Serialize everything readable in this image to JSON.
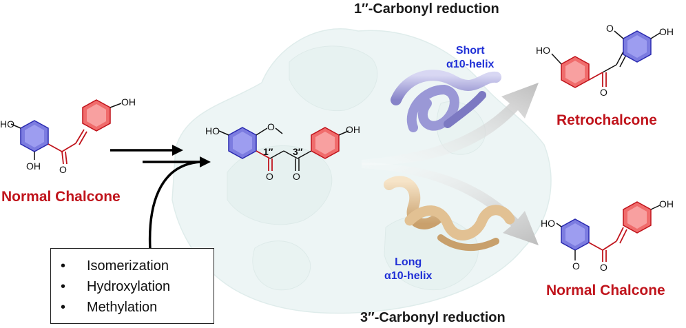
{
  "top_label": "1″-Carbonyl reduction",
  "bottom_label": "3″-Carbonyl reduction",
  "left_product": "Normal Chalcone",
  "product_top": "Retrochalcone",
  "product_bottom": "Normal Chalcone",
  "short_helix": [
    "Short",
    "α10-helix"
  ],
  "long_helix": [
    "Long",
    "α10-helix"
  ],
  "modifications": [
    "Isomerization",
    "Hydroxylation",
    "Methylation"
  ],
  "atoms": {
    "ho": "HO",
    "oh": "OH",
    "o": "O",
    "pos1": "1″",
    "pos3": "3″"
  },
  "colors": {
    "ring_blue": "#6f6fd8",
    "ring_red": "#e84a4a",
    "label_red": "#c0141c",
    "label_blue": "#1f2fd6",
    "helix_short": "#a9a7dc",
    "helix_long": "#e8c9a0"
  }
}
